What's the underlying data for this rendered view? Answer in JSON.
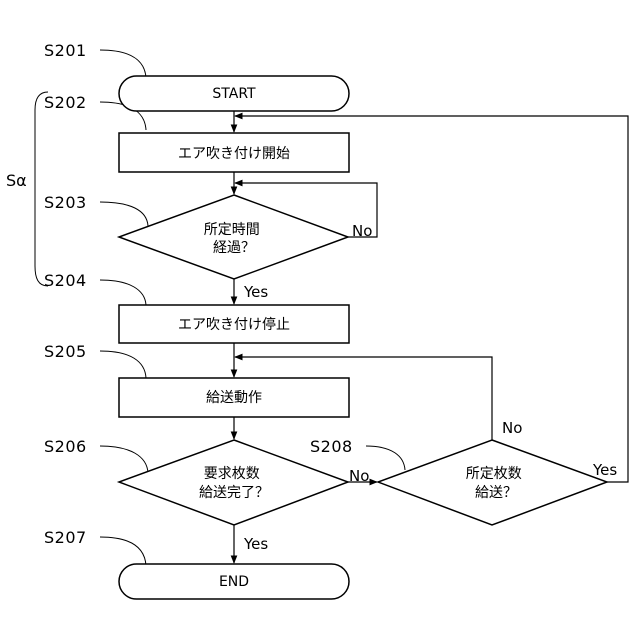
{
  "step_ids": {
    "s201": "S201",
    "s202": "S202",
    "s203": "S203",
    "s204": "S204",
    "s205": "S205",
    "s206": "S206",
    "s207": "S207",
    "s208": "S208"
  },
  "group_label": "Sα",
  "nodes": {
    "start": "START",
    "air_start": "エア吹き付け開始",
    "time_check": [
      "所定時間",
      "経過？"
    ],
    "air_stop": "エア吹き付け停止",
    "feed": "給送動作",
    "required_check": [
      "要求枚数",
      "給送完了？"
    ],
    "count_check": [
      "所定枚数",
      "給送？"
    ],
    "end": "END"
  },
  "branches": {
    "time_no": "No",
    "time_yes": "Yes",
    "required_no": "No",
    "required_yes": "Yes",
    "count_no": "No",
    "count_yes": "Yes"
  }
}
